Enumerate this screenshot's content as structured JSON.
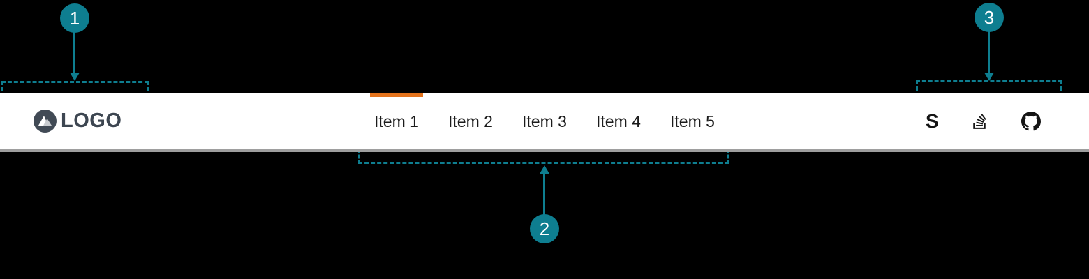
{
  "navbar": {
    "logo": {
      "label": "LOGO",
      "icon": "mountain-logo-icon"
    },
    "items": [
      {
        "label": "Item 1",
        "active": true
      },
      {
        "label": "Item 2",
        "active": false
      },
      {
        "label": "Item 3",
        "active": false
      },
      {
        "label": "Item 4",
        "active": false
      },
      {
        "label": "Item 5",
        "active": false
      }
    ],
    "social_icons": [
      {
        "name": "stack-exchange-icon",
        "glyph": "S"
      },
      {
        "name": "stack-overflow-icon"
      },
      {
        "name": "github-icon"
      }
    ]
  },
  "annotations": {
    "badges": [
      {
        "number": "1"
      },
      {
        "number": "2"
      },
      {
        "number": "3"
      }
    ]
  },
  "colors": {
    "background": "#000000",
    "navbar_bg": "#ffffff",
    "navbar_border": "#9e9e9e",
    "active_indicator": "#e4731c",
    "logo_color": "#3d4651",
    "nav_text": "#1b1b1b",
    "icon_color": "#151515",
    "annotation_accent": "#0e7e90"
  }
}
